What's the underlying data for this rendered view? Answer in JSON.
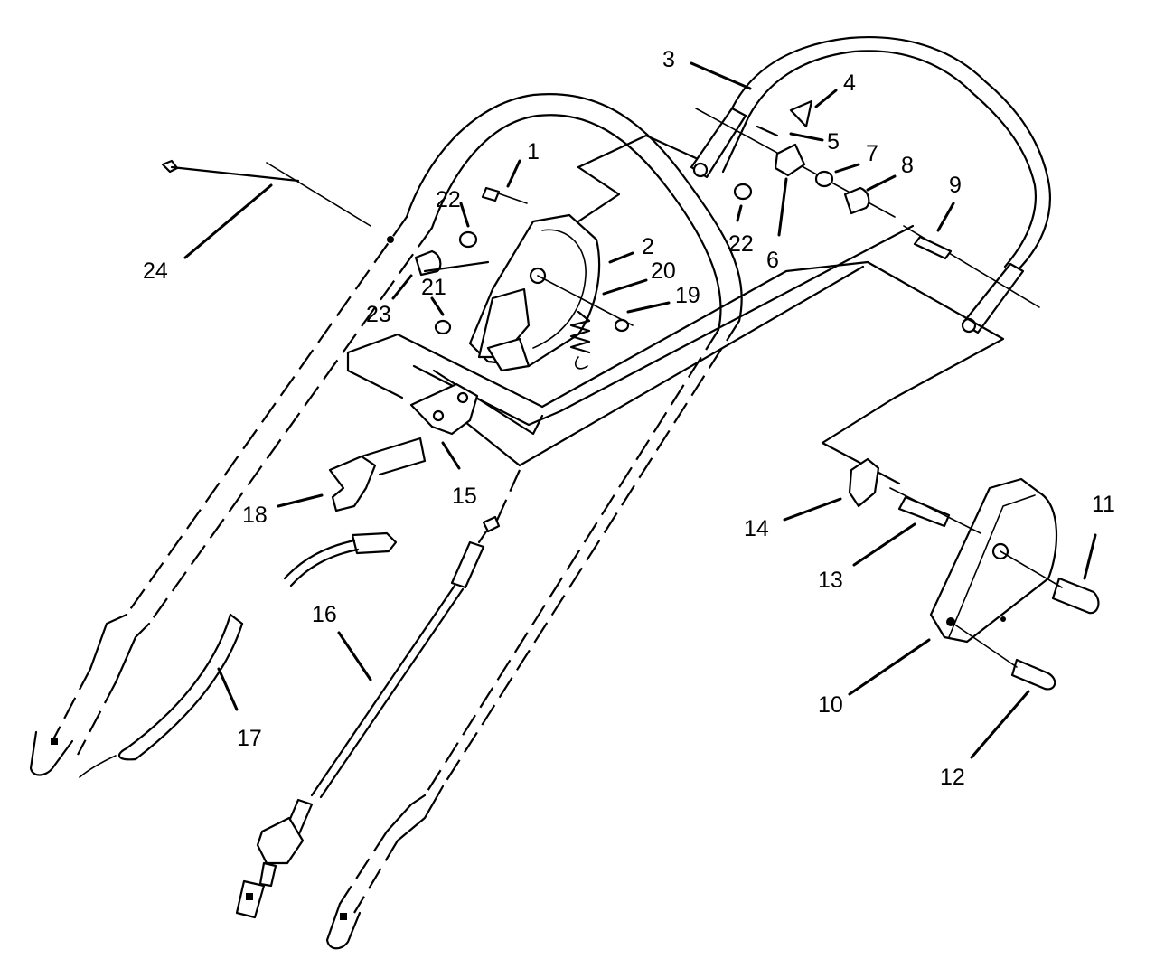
{
  "callouts": {
    "c1": "1",
    "c2": "2",
    "c3": "3",
    "c4": "4",
    "c5": "5",
    "c6": "6",
    "c7": "7",
    "c8": "8",
    "c9": "9",
    "c10": "10",
    "c11": "11",
    "c12": "12",
    "c13": "13",
    "c14": "14",
    "c15": "15",
    "c16": "16",
    "c17": "17",
    "c18": "18",
    "c19": "19",
    "c20": "20",
    "c21": "21",
    "c22a": "22",
    "c22b": "22",
    "c23": "23",
    "c24": "24"
  }
}
